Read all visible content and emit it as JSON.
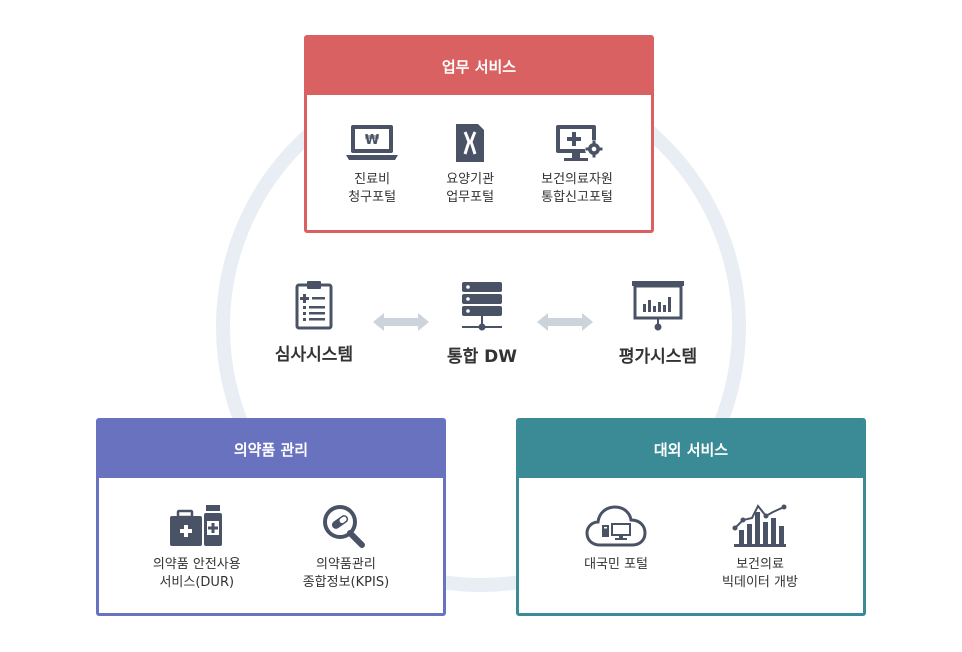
{
  "business": {
    "title": "업무 서비스",
    "items": [
      {
        "icon": "laptop-won-icon",
        "line1": "진료비",
        "line2": "청구포털"
      },
      {
        "icon": "document-x-icon",
        "line1": "요양기관",
        "line2": "업무포털"
      },
      {
        "icon": "monitor-plus-gear-icon",
        "line1": "보건의료자원",
        "line2": "통합신고포털"
      }
    ]
  },
  "center": {
    "review": {
      "icon": "clipboard-icon",
      "label": "심사시스템"
    },
    "dw": {
      "icon": "server-icon",
      "label": "통합 DW"
    },
    "eval": {
      "icon": "presentation-chart-icon",
      "label": "평가시스템"
    }
  },
  "drug": {
    "title": "의약품 관리",
    "items": [
      {
        "icon": "medicine-kit-icon",
        "line1": "의약품 안전사용",
        "line2": "서비스(DUR)"
      },
      {
        "icon": "magnifier-pill-icon",
        "line1": "의약품관리",
        "line2": "종합정보(KPIS)"
      }
    ]
  },
  "external": {
    "title": "대외 서비스",
    "items": [
      {
        "icon": "cloud-computer-icon",
        "line1": "대국민 포털",
        "line2": ""
      },
      {
        "icon": "bar-line-chart-icon",
        "line1": "보건의료",
        "line2": "빅데이터 개방"
      }
    ]
  },
  "colors": {
    "business": "#da6161",
    "drug": "#6872bf",
    "external": "#3a8b96",
    "icon": "#4a5366",
    "ring": "#e8eef4",
    "arrow": "#cdd3db"
  }
}
